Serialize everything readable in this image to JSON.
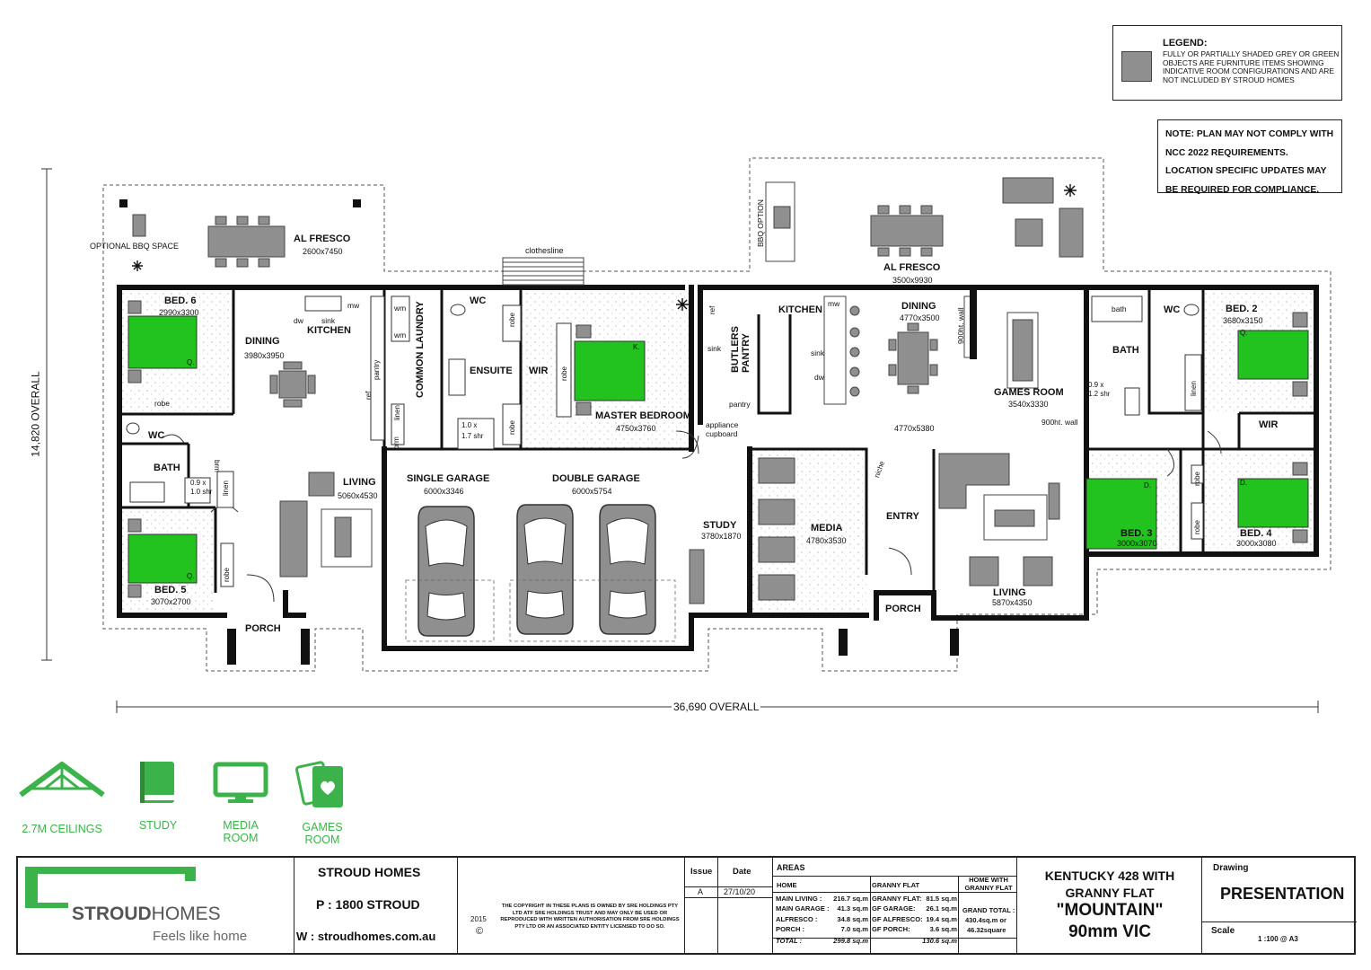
{
  "legend": {
    "title": "LEGEND:",
    "text": "FULLY OR PARTIALLY SHADED GREY OR GREEN OBJECTS ARE FURNITURE ITEMS SHOWING INDICATIVE ROOM CONFIGURATIONS AND ARE NOT INCLUDED BY STROUD HOMES"
  },
  "note": "NOTE: PLAN MAY NOT COMPLY WITH NCC 2022 REQUIREMENTS. LOCATION SPECIFIC UPDATES MAY BE REQUIRED FOR COMPLIANCE.",
  "dimensions": {
    "overall_depth": "14,820 OVERALL",
    "overall_width": "36,690 OVERALL"
  },
  "rooms": {
    "alfresco_left": {
      "name": "AL FRESCO",
      "size": "2600x7450"
    },
    "bbq_space": "OPTIONAL BBQ SPACE",
    "bed6": {
      "name": "BED. 6",
      "size": "2990x3300"
    },
    "dining_left": {
      "name": "DINING",
      "size": "3980x3950"
    },
    "kitchen_left": {
      "name": "KITCHEN"
    },
    "laundry": {
      "name": "COMMON LAUNDRY"
    },
    "wc_left": {
      "name": "WC"
    },
    "bath_left": {
      "name": "BATH"
    },
    "living_left": {
      "name": "LIVING",
      "size": "5060x4530"
    },
    "bed5": {
      "name": "BED. 5",
      "size": "3070x2700"
    },
    "porch_left": {
      "name": "PORCH"
    },
    "wc_ensuite": {
      "name": "WC"
    },
    "ensuite": {
      "name": "ENSUITE"
    },
    "wir_master": {
      "name": "WIR"
    },
    "master": {
      "name": "MASTER BEDROOM",
      "size": "4750x3760"
    },
    "clothesline": "clothesline",
    "single_garage": {
      "name": "SINGLE GARAGE",
      "size": "6000x3346"
    },
    "double_garage": {
      "name": "DOUBLE GARAGE",
      "size": "6000x5754"
    },
    "butlers": {
      "name": "BUTLERS PANTRY"
    },
    "kitchen_right": {
      "name": "KITCHEN"
    },
    "appliance": "appliance cupboard",
    "study": {
      "name": "STUDY",
      "size": "3780x1870"
    },
    "media": {
      "name": "MEDIA",
      "size": "4780x3530"
    },
    "bbq_option": "BBQ OPTION",
    "alfresco_right": {
      "name": "AL FRESCO",
      "size": "3500x9930"
    },
    "dining_right": {
      "name": "DINING",
      "size": "4770x3500"
    },
    "wall_900a": "900ht. wall",
    "games": {
      "name": "GAMES ROOM",
      "size": "3540x3330"
    },
    "wall_900b": "900ht. wall",
    "hall_size": "4770x5380",
    "entry": {
      "name": "ENTRY"
    },
    "niche": "niche",
    "porch_right": {
      "name": "PORCH"
    },
    "living_right": {
      "name": "LIVING",
      "size": "5870x4350"
    },
    "bath_right": {
      "name": "BATH"
    },
    "wc_right": {
      "name": "WC"
    },
    "bed2": {
      "name": "BED. 2",
      "size": "3680x3150"
    },
    "wir_right": {
      "name": "WIR"
    },
    "bed3": {
      "name": "BED. 3",
      "size": "3000x3070"
    },
    "bed4": {
      "name": "BED. 4",
      "size": "3000x3080"
    }
  },
  "fixtures": {
    "mw": "mw",
    "dw": "dw",
    "sink": "sink",
    "wm": "wm",
    "pantry": "pantry",
    "ref": "ref",
    "linen": "linen",
    "brm": "brm",
    "robe": "robe",
    "bath": "bath",
    "shr_left": "0.9 x 1.0 shr",
    "shr_ensuite": "1.0 x 1.7 shr",
    "shr_right": "0.9 x 1.2 shr",
    "bed_q": "Q.",
    "bed_k": "K.",
    "bed_d": "D."
  },
  "features": [
    {
      "label": "2.7M CEILINGS",
      "icon": "roof-truss-icon"
    },
    {
      "label": "STUDY",
      "icon": "book-icon"
    },
    {
      "label": "MEDIA ROOM",
      "icon": "monitor-icon"
    },
    {
      "label": "GAMES ROOM",
      "icon": "playing-card-icon"
    }
  ],
  "colors": {
    "brand_green": "#3cb24a",
    "furniture_green": "#22c31f",
    "furniture_grey": "#8f8f8f"
  },
  "title_block": {
    "brand": "STROUD",
    "brand2": "HOMES",
    "tagline": "Feels like home",
    "company": "STROUD HOMES",
    "phone": "P : 1800 STROUD",
    "web": "W : stroudhomes.com.au",
    "year": "2015",
    "copyright_symbol": "©",
    "copyright": "THE COPYRIGHT IN THESE PLANS IS OWNED BY SRE HOLDINGS PTY LTD ATF SRE HOLDINGS TRUST AND MAY ONLY BE USED OR REPRODUCED WITH WRITTEN AUTHORISATION FROM SRE HOLDINGS PTY LTD OR AN ASSOCIATED ENTITY LICENSED TO DO SO.",
    "issue_header": "Issue",
    "date_header": "Date",
    "issue": "A",
    "date": "27/10/20",
    "areas_title": "AREAS",
    "home_header": "HOME",
    "granny_header": "GRANNY FLAT",
    "combined_header": "HOME WITH GRANNY FLAT",
    "home_rows": [
      {
        "label": "MAIN LIVING :",
        "value": "216.7 sq.m"
      },
      {
        "label": "MAIN GARAGE :",
        "value": "41.3 sq.m"
      },
      {
        "label": "ALFRESCO :",
        "value": "34.8 sq.m"
      },
      {
        "label": "PORCH :",
        "value": "7.0 sq.m"
      },
      {
        "label": "TOTAL :",
        "value": "299.8 sq.m"
      }
    ],
    "granny_rows": [
      {
        "label": "GRANNY FLAT:",
        "value": "81.5 sq.m"
      },
      {
        "label": "GF GARAGE:",
        "value": "26.1 sq.m"
      },
      {
        "label": "GF ALFRESCO:",
        "value": "19.4 sq.m"
      },
      {
        "label": "GF PORCH:",
        "value": "3.6 sq.m"
      },
      {
        "label": "",
        "value": "130.6 sq.m"
      }
    ],
    "grand_total_label": "GRAND TOTAL :",
    "grand_total": "430.4sq.m or",
    "grand_total_sq": "46.32square",
    "design_line1": "KENTUCKY 428 WITH",
    "design_line2": "GRANNY FLAT",
    "design_name": "\"MOUNTAIN\"",
    "design_spec": "90mm VIC",
    "drawing_label": "Drawing",
    "drawing": "PRESENTATION",
    "scale_label": "Scale",
    "scale": "1 :100 @ A3"
  }
}
